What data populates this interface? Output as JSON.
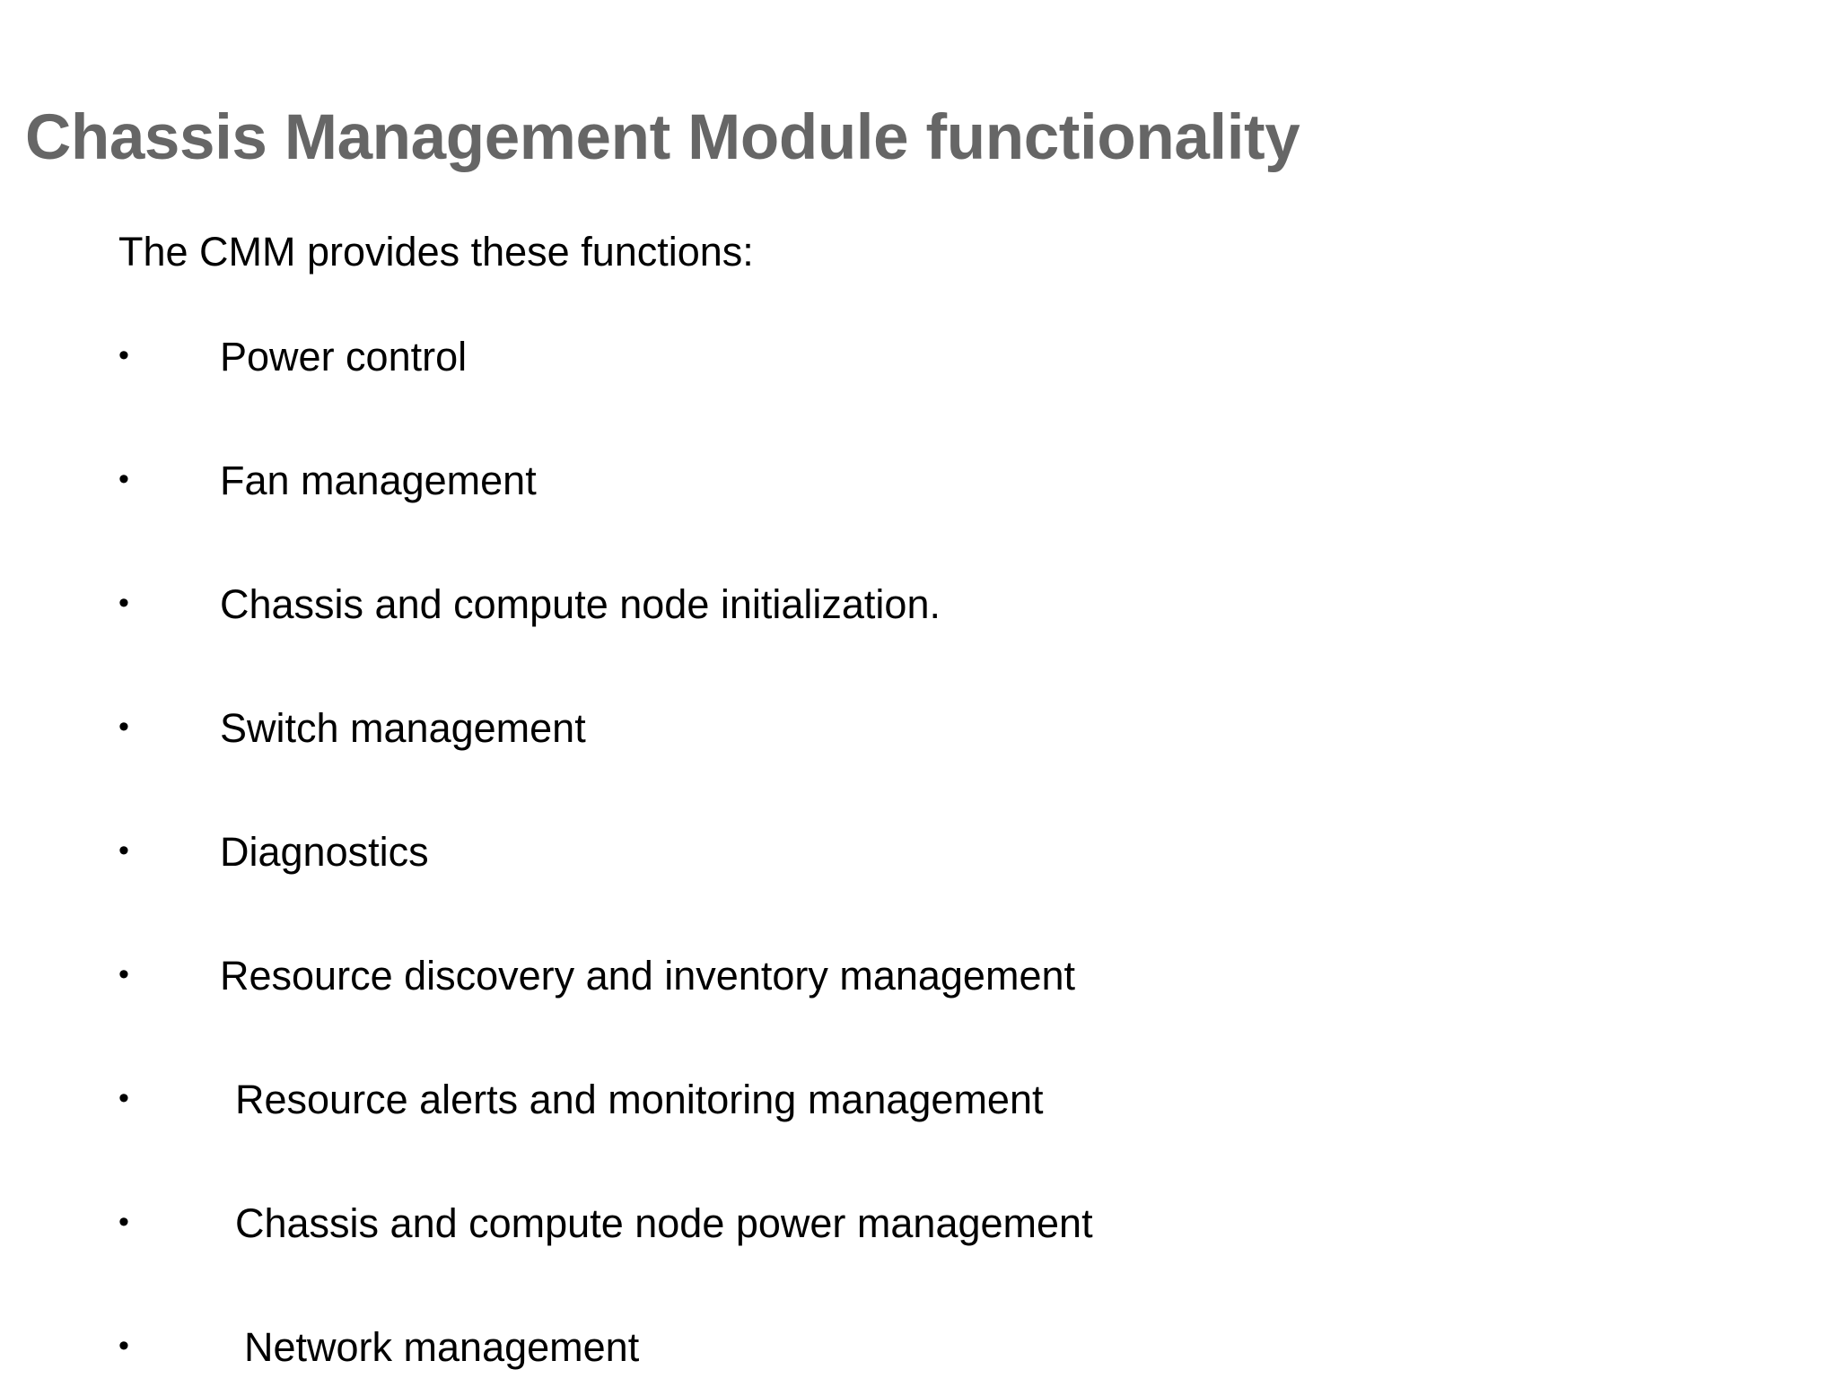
{
  "slide": {
    "title": "Chassis Management Module functionality",
    "title_color": "#666666",
    "body_color": "#000000",
    "background_color": "#ffffff",
    "intro": "The CMM provides these functions:",
    "bullet_glyph": "•",
    "bullets": [
      {
        "label": "Power control",
        "indent": "normal"
      },
      {
        "label": "Fan management",
        "indent": "normal"
      },
      {
        "label": "Chassis and compute node initialization.",
        "indent": "normal"
      },
      {
        "label": "Switch management",
        "indent": "normal"
      },
      {
        "label": "Diagnostics",
        "indent": "normal"
      },
      {
        "label": "Resource discovery and inventory management",
        "indent": "normal"
      },
      {
        "label": "Resource alerts and monitoring management",
        "indent": "extra"
      },
      {
        "label": "Chassis and compute node power management",
        "indent": "extra"
      },
      {
        "label": "Network management",
        "indent": "extra2"
      }
    ]
  }
}
